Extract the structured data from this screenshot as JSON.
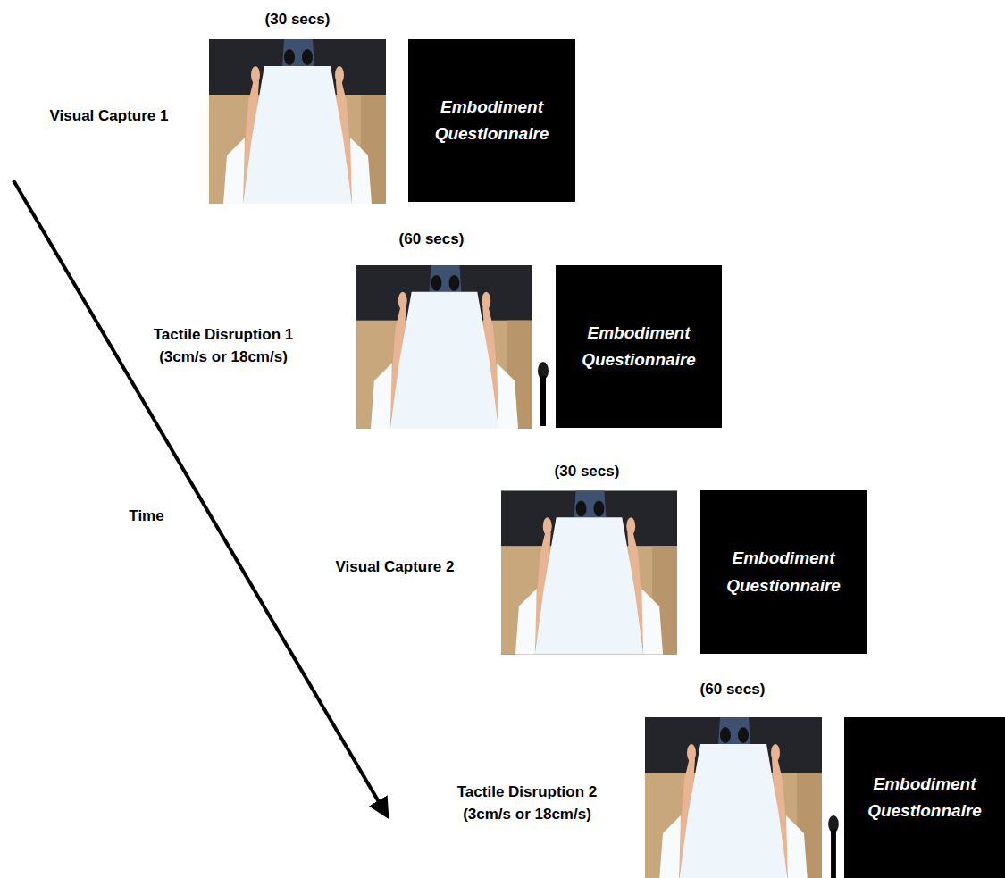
{
  "diagram": {
    "nodes": [
      {
        "text": [
          "Embodiment Questionnaire"
        ]
      },
      {
        "text": [
          "Embodiment Questionnaire"
        ]
      },
      {
        "text": [
          "Embodiment Questionnaire"
        ]
      },
      {
        "text": [
          "Embodiment Questionnaire"
        ]
      }
    ],
    "labels": [
      "(30 secs)",
      "Visual Capture 1",
      "(60 secs)",
      "Tactile Disruption 1",
      "(3cm/s or 18cm/s)",
      "Time",
      "(30 secs)",
      "Visual Capture 2",
      "(60 secs)",
      "Tactile Disruption 2",
      "(3cm/s or 18cm/s)"
    ]
  }
}
